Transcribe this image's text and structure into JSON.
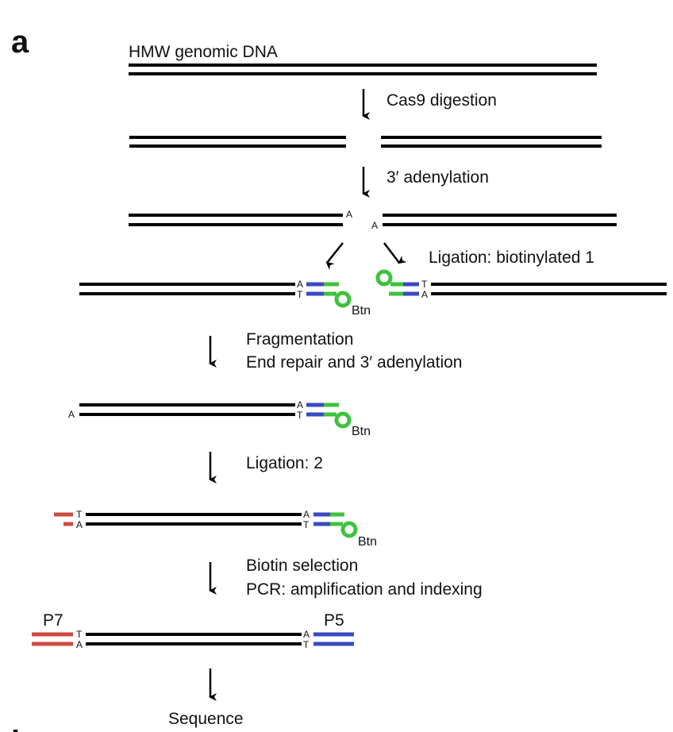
{
  "panel_labels": {
    "a": "a",
    "b": "b"
  },
  "colors": {
    "dna": "#000000",
    "p7_adapter": "#cc4b44",
    "p5_adapter": "#3a4bc0",
    "biotin": "#3ec23e"
  },
  "steps": {
    "input": "HMW genomic DNA",
    "cas9": "Cas9 digestion",
    "adenylation": "3′ adenylation",
    "ligation1": "Ligation: biotinylated 1",
    "fragmentation": "Fragmentation",
    "end_repair": "End repair and 3′ adenylation",
    "ligation2": "Ligation: 2",
    "biotin_selection": "Biotin selection",
    "pcr": "PCR: amplification and indexing",
    "sequence": "Sequence"
  },
  "bases": {
    "A": "A",
    "T": "T"
  },
  "biotin_label": "Btn",
  "primers": {
    "p7": "P7",
    "p5": "P5"
  }
}
